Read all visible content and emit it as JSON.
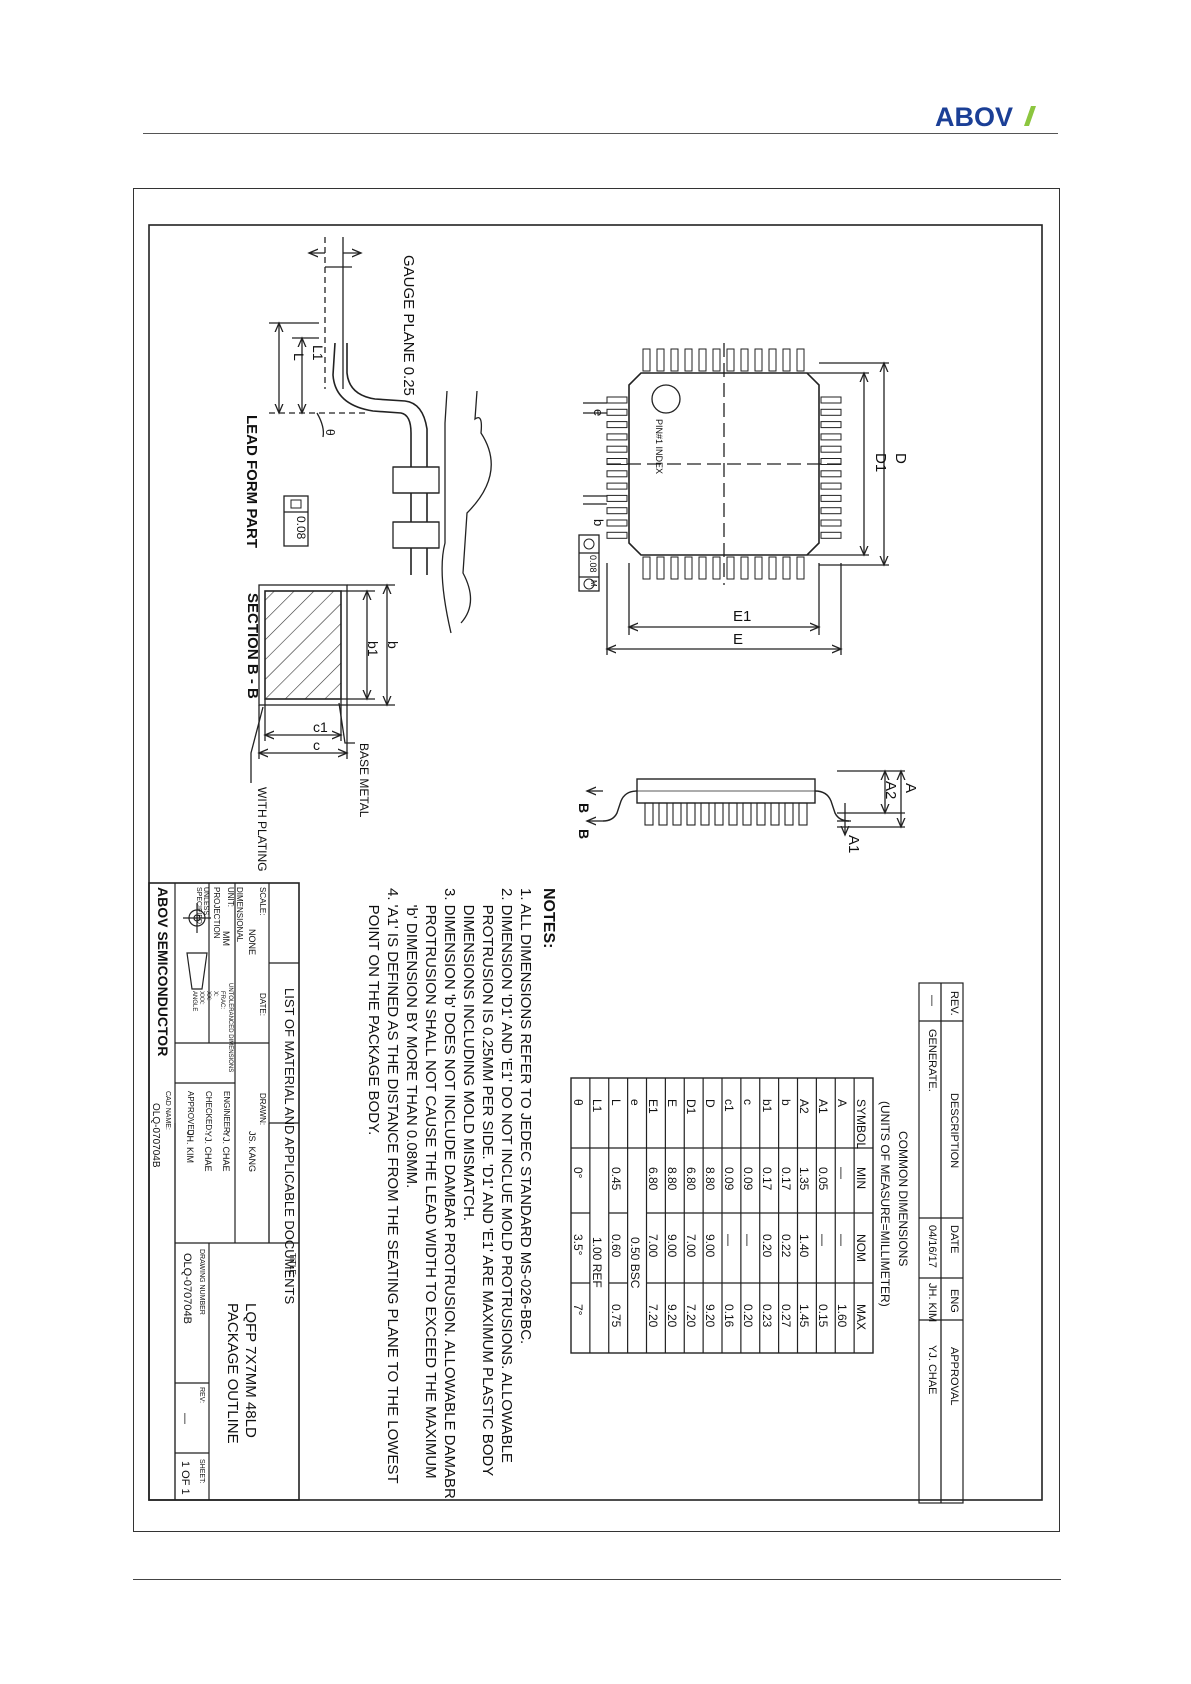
{
  "header": {
    "logo_text": "ABOV"
  },
  "drawing": {
    "gauge_plane": "GAUGE PLANE 0.25",
    "lead_form_title": "LEAD FORM PART",
    "section_title": "SECTION B - B",
    "base_metal": "BASE METAL",
    "with_plating": "WITH PLATING",
    "pin_index": "PIN#1 INDEX",
    "flatness": "0.08",
    "position_tol": "0.08",
    "position_mod": "M",
    "dims": {
      "D": "D",
      "D1": "D1",
      "E": "E",
      "E1": "E1",
      "e": "e",
      "b": "b",
      "b1": "b1",
      "c": "c",
      "c1": "c1",
      "L": "L",
      "L1": "L1",
      "theta": "θ",
      "A": "A",
      "A1": "A1",
      "A2": "A2",
      "B": "B"
    }
  },
  "revision_block": {
    "headers": [
      "REV.",
      "DESCRIPTION",
      "DATE",
      "ENG",
      "APPROVAL"
    ],
    "row": [
      "—",
      "GENERATE.",
      "04/16/17",
      "JH. KIM",
      "YJ. CHAE"
    ]
  },
  "dimensions_table": {
    "title": "COMMON DIMENSIONS",
    "subtitle": "(UNITS OF MEASURE=MILLIMETER)",
    "headers": [
      "SYMBOL",
      "MIN",
      "NOM",
      "MAX"
    ],
    "rows": [
      [
        "A",
        "—",
        "—",
        "1.60"
      ],
      [
        "A1",
        "0.05",
        "—",
        "0.15"
      ],
      [
        "A2",
        "1.35",
        "1.40",
        "1.45"
      ],
      [
        "b",
        "0.17",
        "0.22",
        "0.27"
      ],
      [
        "b1",
        "0.17",
        "0.20",
        "0.23"
      ],
      [
        "c",
        "0.09",
        "—",
        "0.20"
      ],
      [
        "c1",
        "0.09",
        "—",
        "0.16"
      ],
      [
        "D",
        "8.80",
        "9.00",
        "9.20"
      ],
      [
        "D1",
        "6.80",
        "7.00",
        "7.20"
      ],
      [
        "E",
        "8.80",
        "9.00",
        "9.20"
      ],
      [
        "E1",
        "6.80",
        "7.00",
        "7.20"
      ],
      [
        "e",
        "0.50 BSC",
        "",
        ""
      ],
      [
        "L",
        "0.45",
        "0.60",
        "0.75"
      ],
      [
        "L1",
        "1.00 REF",
        "",
        ""
      ],
      [
        "θ",
        "0°",
        "3.5°",
        "7°"
      ]
    ]
  },
  "notes": {
    "title": "NOTES:",
    "lines": [
      "1. ALL DIMENSIONS REFER TO JEDEC STANDARD MS-026-BBC.",
      "2. DIMENSION 'D1' AND 'E1' DO NOT INCLUE MOLD PROTRUSIONS. ALLOWABLE",
      "    PROTRUSION IS 0.25MM PER SIDE. 'D1' AND 'E1' ARE MAXIMUM PLASTIC BODY",
      "    DIMENSIONS INCLUDING MOLD MISMATCH.",
      "3. DIMENSION 'b' DOES NOT INCLUDE DAMBAR PROTRUSION. ALLOWABLE DAMABR",
      "    PROTRUSION SHALL NOT CAUSE THE LEAD WIDTH TO EXCEED THE MAXIMUM",
      "    'b' DIMENSION BY MORE THAN 0.08MM.",
      "4. 'A1' IS DEFINED AS THE DISTANCE FROM THE SEATING PLANE TO THE LOWEST",
      "    POINT ON THE PACKAGE BODY."
    ]
  },
  "title_block": {
    "list_title": "LIST OF MATERIAL AND APPLICABLE DOCUMENTS",
    "scale_label": "SCALE:",
    "scale_value": "NONE",
    "date_label": "DATE:",
    "drawn_label": "DRAWN:",
    "drawn_value": "JS. KANG",
    "title_label": "TITLE:",
    "dim_unit_label": "DIMENSIONAL UNIT:",
    "dim_unit_value": "MM",
    "untol_label": "UNTOLERANCED DIMENSIONS",
    "engineer_label": "ENGINEER:",
    "engineer_value": "YJ. CHAE",
    "projection_label": "PROJECTION",
    "checked_label": "CHECKED:",
    "checked_value": "YJ. CHAE",
    "unless_label": "UNLESS SPECIFIED",
    "frac_label": "FRAC:",
    "x_label": "X:",
    "xx_label": "XX:",
    "xxx_label": "XXX:",
    "angle_label": "ANGLE",
    "approved_label": "APPROVED:",
    "approved_value": "JH. KIM",
    "company": "ABOV SEMICONDUCTOR",
    "cad_label": "CAD NAME:",
    "cad_value": "OLQ-070704B",
    "drawing_no_label": "DRAWING NUMBER",
    "drawing_no_value": "OLQ-070704B",
    "rev_label": "REV:",
    "rev_value": "—",
    "sheet_label": "SHEET:",
    "sheet_value": "1  OF  1",
    "title_line1": "LQFP 7X7MM 48LD",
    "title_line2": "PACKAGE OUTLINE"
  },
  "colors": {
    "logo_blue": "#1b3f96",
    "logo_green": "#8cc63f"
  }
}
